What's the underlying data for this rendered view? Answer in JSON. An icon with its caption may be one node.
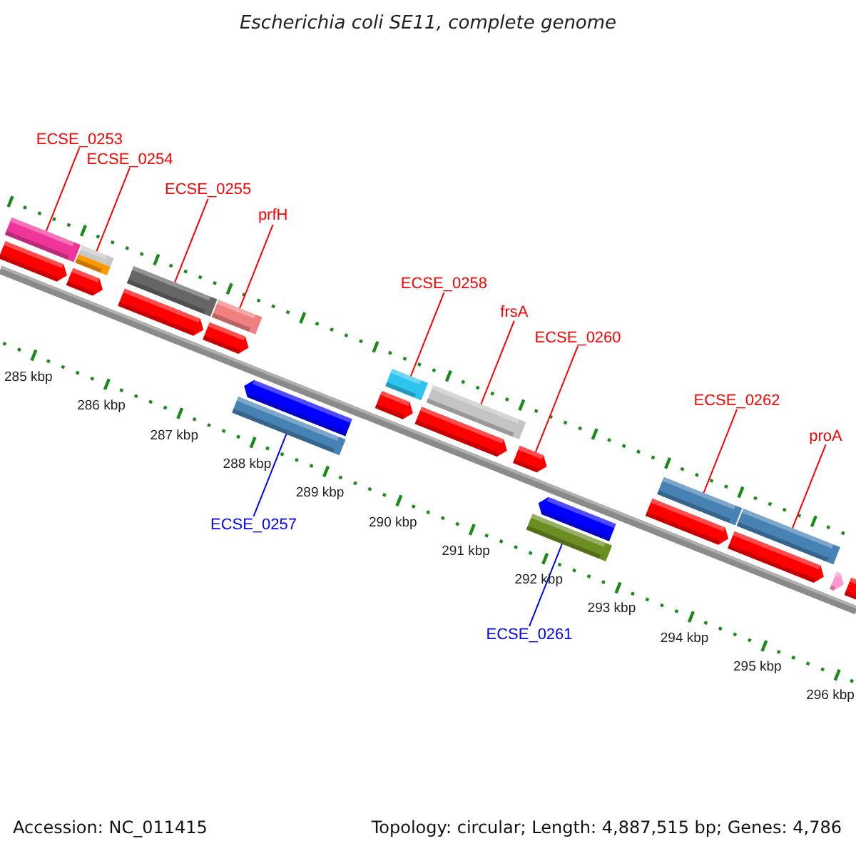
{
  "diagram": {
    "title": "Escherichia coli SE11, complete genome",
    "nodes": [
      {
        "text": [
          "ECSE_0253"
        ]
      },
      {
        "text": [
          "ECSE_0254"
        ]
      },
      {
        "text": [
          "ECSE_0255"
        ]
      },
      {
        "text": [
          "prfH"
        ]
      },
      {
        "text": [
          "ECSE_0258"
        ]
      },
      {
        "text": [
          "frsA"
        ]
      },
      {
        "text": [
          "ECSE_0260"
        ]
      },
      {
        "text": [
          "ECSE_0262"
        ]
      },
      {
        "text": [
          "proA"
        ]
      },
      {
        "text": [
          "ECSE_0257"
        ]
      },
      {
        "text": [
          "ECSE_0261"
        ]
      },
      {
        "text": [],
        "shape": "bar"
      },
      {
        "text": [],
        "shape": "bar"
      },
      {
        "text": [],
        "shape": "bar"
      },
      {
        "text": [],
        "shape": "bar"
      },
      {
        "text": [],
        "shape": "bar"
      },
      {
        "text": [],
        "shape": "bar"
      },
      {
        "text": [],
        "shape": "arrow"
      },
      {
        "text": [],
        "shape": "bar"
      },
      {
        "text": [],
        "shape": "bar"
      },
      {
        "text": [],
        "shape": "bar"
      },
      {
        "text": [],
        "shape": "bar"
      },
      {
        "text": [],
        "shape": "arrow"
      },
      {
        "text": [],
        "shape": "arrow"
      },
      {
        "text": [],
        "shape": "arrow"
      },
      {
        "text": [],
        "shape": "arrow"
      },
      {
        "text": [],
        "shape": "arrow"
      },
      {
        "text": [],
        "shape": "arrow"
      },
      {
        "text": [],
        "shape": "arrow"
      },
      {
        "text": [],
        "shape": "arrow"
      },
      {
        "text": [],
        "shape": "arrow"
      },
      {
        "text": [],
        "shape": "arrow"
      },
      {
        "text": [],
        "shape": "arrow"
      },
      {
        "text": [],
        "shape": "arrow"
      }
    ],
    "edges": [
      {
        "from": 0,
        "to": 11,
        "arrow": "none"
      },
      {
        "from": 1,
        "to": 12,
        "arrow": "none"
      },
      {
        "from": 2,
        "to": 13,
        "arrow": "none"
      },
      {
        "from": 3,
        "to": 14,
        "arrow": "none"
      },
      {
        "from": 4,
        "to": 15,
        "arrow": "none"
      },
      {
        "from": 5,
        "to": 16,
        "arrow": "none"
      },
      {
        "from": 6,
        "to": 17,
        "arrow": "none"
      },
      {
        "from": 7,
        "to": 18,
        "arrow": "none"
      },
      {
        "from": 8,
        "to": 19,
        "arrow": "none"
      },
      {
        "from": 9,
        "to": 20,
        "arrow": "none",
        "color": "#0000ff"
      },
      {
        "from": 10,
        "to": 21,
        "arrow": "none",
        "color": "#0000ff"
      }
    ],
    "labels": [
      "285 kbp",
      "286 kbp",
      "287 kbp",
      "288 kbp",
      "289 kbp",
      "290 kbp",
      "291 kbp",
      "292 kbp",
      "293 kbp",
      "294 kbp",
      "295 kbp",
      "296 kbp",
      "Accession: NC_011415",
      "Topology: circular; Length: 4,887,515 bp; Genes: 4,786"
    ]
  }
}
